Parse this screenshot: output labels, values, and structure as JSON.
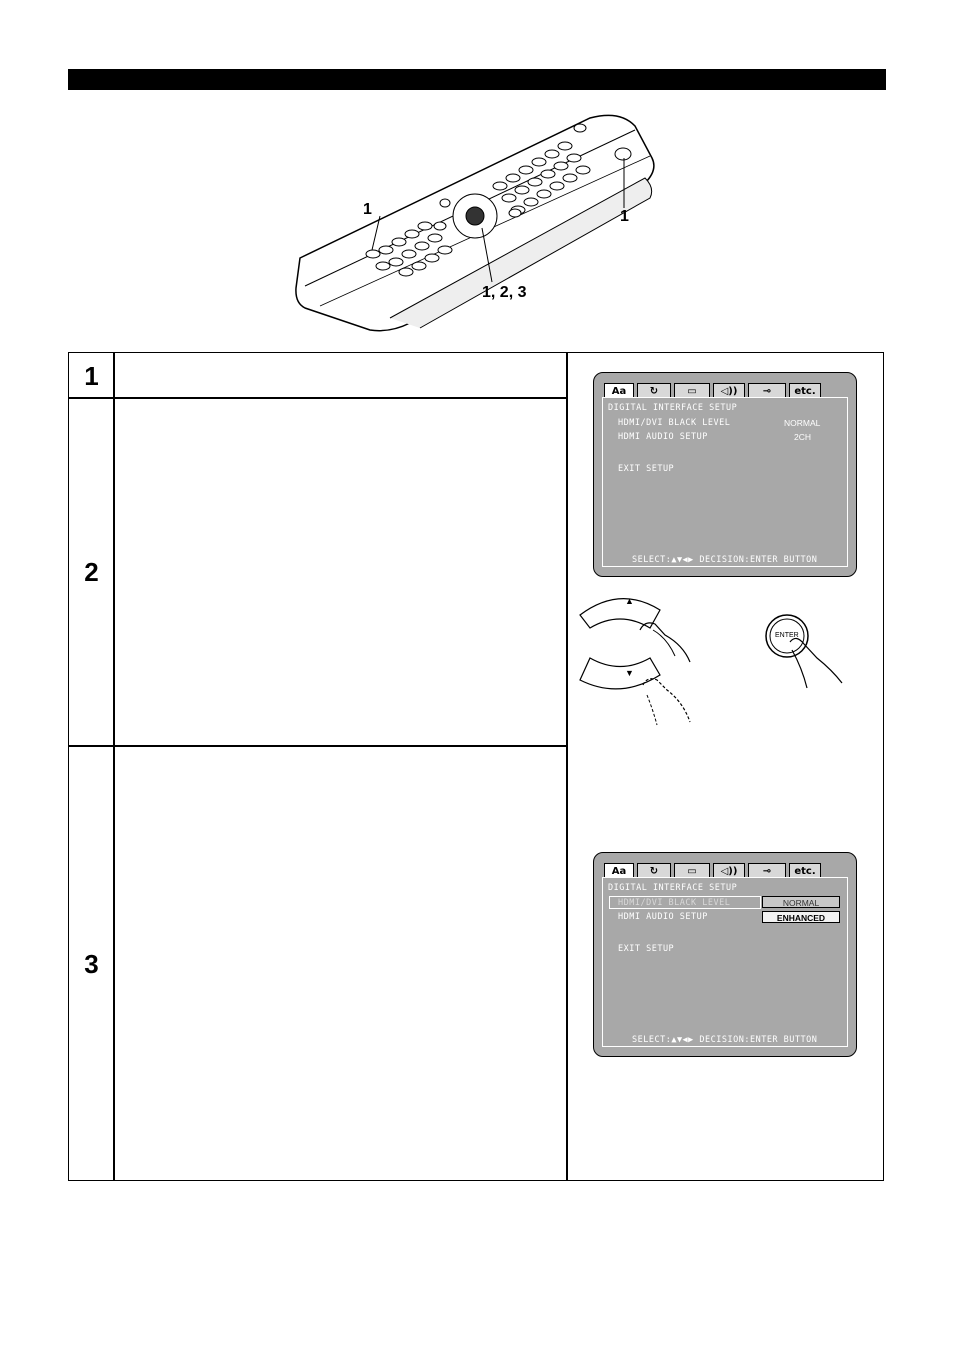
{
  "callouts": {
    "left": "1",
    "right": "1",
    "bottom": "1, 2, 3"
  },
  "steps": [
    {
      "number": "1"
    },
    {
      "number": "2"
    },
    {
      "number": "3"
    }
  ],
  "osd_tabs": [
    "Aa",
    "↻",
    "▭",
    "◁))",
    "⊸",
    "etc."
  ],
  "osd1": {
    "title": "DIGITAL INTERFACE SETUP",
    "row1_label": "HDMI/DVI BLACK LEVEL",
    "row1_value": "NORMAL",
    "row2_label": "HDMI AUDIO SETUP",
    "row2_value": "2CH",
    "exit": "EXIT SETUP",
    "footer": "SELECT:▲▼◀▶ DECISION:ENTER BUTTON"
  },
  "osd2": {
    "title": "DIGITAL INTERFACE SETUP",
    "row1_label": "HDMI/DVI BLACK LEVEL",
    "row2_label": "HDMI AUDIO SETUP",
    "options": [
      "NORMAL",
      "ENHANCED"
    ],
    "exit": "EXIT SETUP",
    "footer": "SELECT:▲▼◀▶ DECISION:ENTER BUTTON"
  },
  "buttons": {
    "enter_label": "ENTER",
    "up_glyph": "▲",
    "down_glyph": "▼"
  }
}
